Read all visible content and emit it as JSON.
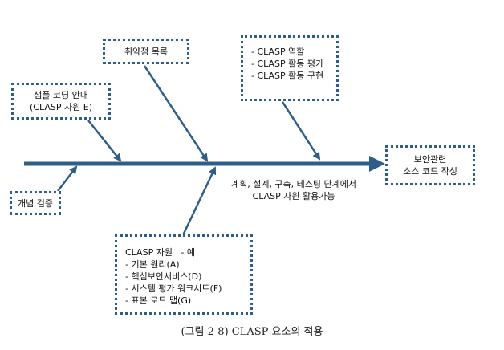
{
  "diagram": {
    "boxes": {
      "vulnerability_list": {
        "text": "취약점 목록"
      },
      "clasp_roles": {
        "lines": [
          "- CLASP 역할",
          "- CLASP 활동 평가",
          "- CLASP 활동 구현"
        ]
      },
      "sample_coding": {
        "lines": [
          "샘플 코딩 안내",
          "(CLASP 자원 E)"
        ]
      },
      "concept_verification": {
        "text": "개념 검증"
      },
      "security_source_code": {
        "lines": [
          "보안관련",
          "소스 코드 작성"
        ]
      },
      "clasp_resources": {
        "title": "CLASP 자원   - 예",
        "items": [
          "- 기본 원리(A)",
          "- 핵심보안서비스(D)",
          "- 시스템 평가 워크시트(F)",
          "- 표본 로드 맵(G)"
        ]
      }
    },
    "spine_label": [
      "계획, 설계, 구축, 테스팅 단계에서",
      "CLASP 자원 활용가능"
    ],
    "colors": {
      "line": "#2f5d8a",
      "border": "#2f5d8a"
    }
  },
  "caption": "(그림 2-8) CLASP 요소의 적용"
}
